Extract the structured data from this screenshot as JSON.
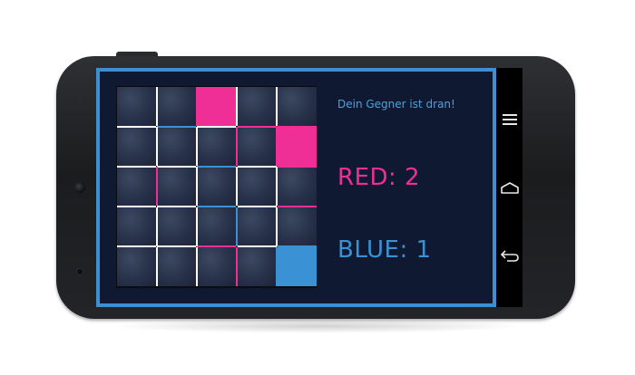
{
  "game": {
    "status_text": "Dein Gegner ist dran!",
    "red_score": "RED: 2",
    "blue_score": "BLUE: 1",
    "colors": {
      "red": "#ef2f96",
      "blue": "#3a92d4",
      "grid_line": "#ffffff",
      "frame": "#3d8fd0",
      "background": "#0f1a32"
    },
    "board": {
      "rows": 5,
      "cols": 5,
      "owned_cells": [
        {
          "row": 0,
          "col": 2,
          "owner": "red"
        },
        {
          "row": 1,
          "col": 4,
          "owner": "red"
        },
        {
          "row": 4,
          "col": 4,
          "owner": "blue"
        }
      ],
      "horizontal_lines": [
        [
          "white",
          "white",
          "red",
          "white",
          "white"
        ],
        [
          "white",
          "blue",
          "white",
          "red",
          "red"
        ],
        [
          "white",
          "white",
          "blue",
          "white",
          "red"
        ],
        [
          "white",
          "white",
          "blue",
          "white",
          "red"
        ],
        [
          "white",
          "white",
          "red",
          "white",
          "blue"
        ],
        [
          "white",
          "white",
          "white",
          "white",
          "white"
        ]
      ],
      "vertical_lines": [
        [
          "white",
          "white",
          "red",
          "white",
          "white",
          "white"
        ],
        [
          "white",
          "white",
          "white",
          "red",
          "red",
          "white"
        ],
        [
          "white",
          "red",
          "white",
          "white",
          "white",
          "white"
        ],
        [
          "white",
          "white",
          "white",
          "blue",
          "white",
          "white"
        ],
        [
          "white",
          "white",
          "white",
          "red",
          "blue",
          "white"
        ]
      ]
    }
  },
  "navbar": {
    "icons": [
      "menu-icon",
      "home-icon",
      "back-icon"
    ]
  }
}
